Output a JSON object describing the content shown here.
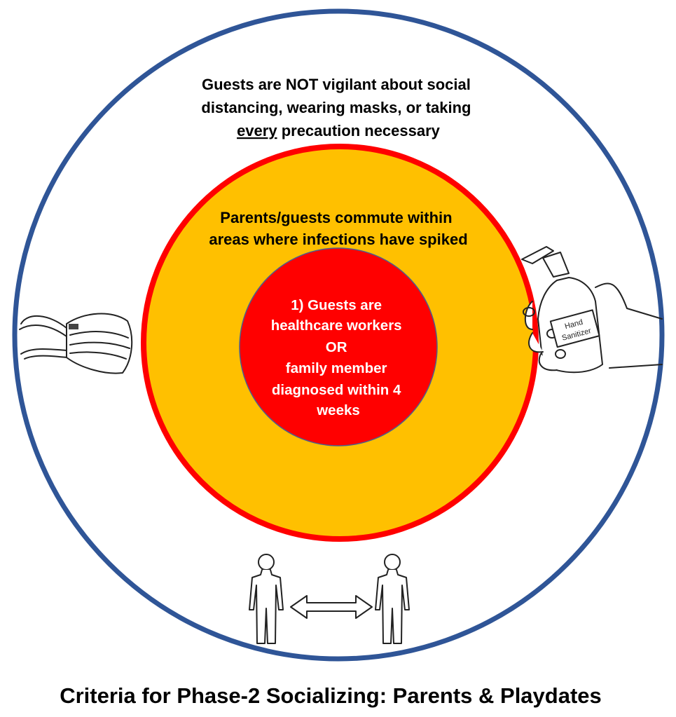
{
  "outer_ring": {
    "lines": [
      "Guests are NOT vigilant about social",
      "distancing, wearing masks, or taking"
    ],
    "line3_underlined": "every",
    "line3_rest": " precaution necessary",
    "color": "#2f5597"
  },
  "middle_ring": {
    "lines": [
      "Parents/guests commute within",
      "areas where infections have spiked"
    ],
    "fill": "#ffc000",
    "border": "#ff0000"
  },
  "inner_circle": {
    "lines": [
      "1) Guests are",
      "healthcare workers",
      "OR",
      "family member",
      "diagnosed within 4",
      "weeks"
    ],
    "fill": "#ff0000"
  },
  "sanitizer_label": [
    "Hand",
    "Sanitizer"
  ],
  "title": "Criteria for Phase-2 Socializing: Parents & Playdates"
}
